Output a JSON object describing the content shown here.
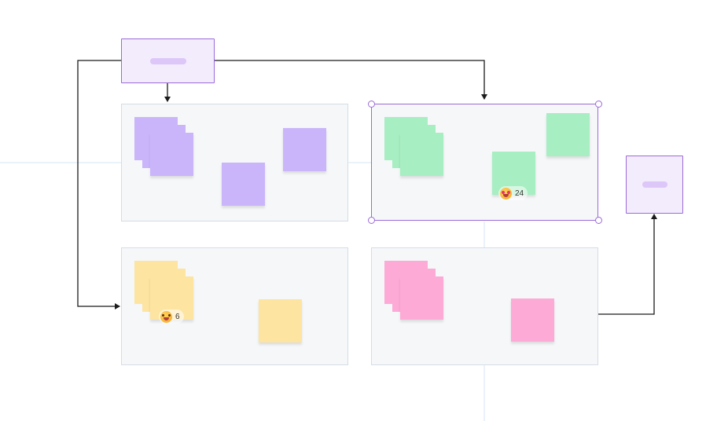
{
  "colors": {
    "canvas_bg": "#ffffff",
    "frame_bg": "#f5f7f9",
    "frame_border": "#d5dde6",
    "selection": "#9b6ad8",
    "node_fill": "#f3ecfd",
    "node_pill": "#dcc7f8",
    "connector": "#1b1b1b",
    "guide": "#d6e6f5",
    "sticky_purple": "#cab5fb",
    "sticky_green": "#a7eec2",
    "sticky_yellow": "#fde4a0",
    "sticky_pink": "#fdaad6"
  },
  "nodes": [
    {
      "id": "top-node",
      "label": ""
    },
    {
      "id": "right-node",
      "label": ""
    }
  ],
  "frames": [
    {
      "id": "purple-frame",
      "sticky_color": "purple",
      "sticky_count": 5
    },
    {
      "id": "green-frame",
      "sticky_color": "green",
      "sticky_count": 5,
      "selected": true
    },
    {
      "id": "yellow-frame",
      "sticky_color": "yellow",
      "sticky_count": 4
    },
    {
      "id": "pink-frame",
      "sticky_color": "pink",
      "sticky_count": 4
    }
  ],
  "reactions": {
    "green": {
      "icon": "star-eyes-emoji-icon",
      "count": "24"
    },
    "yellow": {
      "icon": "grinning-emoji-icon",
      "count": "6"
    }
  },
  "connectors": [
    {
      "from": "top-node",
      "to": "purple-frame"
    },
    {
      "from": "top-node",
      "to": "green-frame"
    },
    {
      "from": "top-node",
      "to": "yellow-frame"
    },
    {
      "from": "pink-frame",
      "to": "right-node"
    }
  ]
}
